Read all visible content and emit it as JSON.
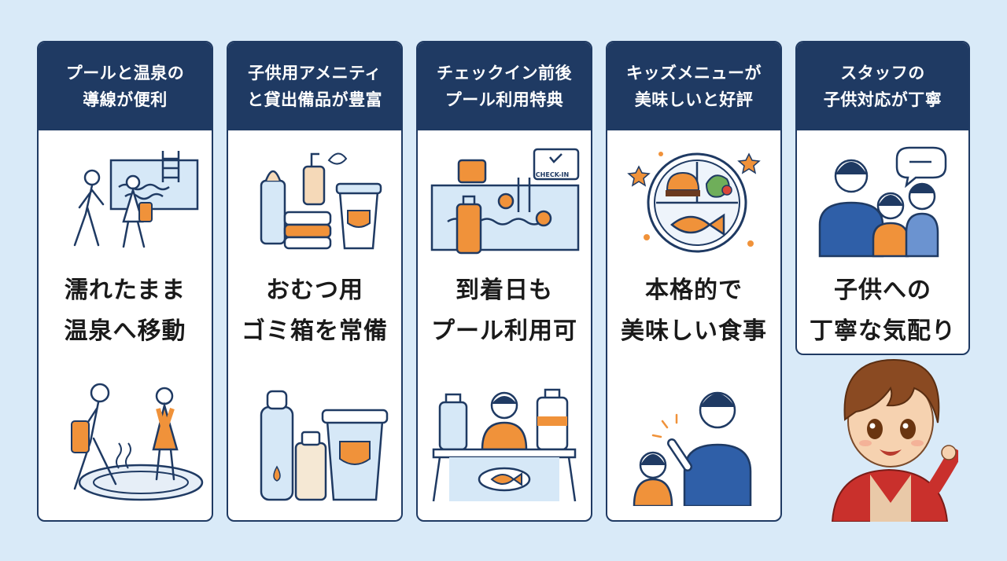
{
  "colors": {
    "background": "#d9eaf8",
    "header": "#1f3a63",
    "accent_orange": "#f0923a",
    "accent_blue": "#2f5fa8",
    "light_blue": "#d6e8f7"
  },
  "cards": [
    {
      "header_lines": [
        "プールと温泉の",
        "導線が便利"
      ],
      "body_lines": [
        "濡れたまま",
        "温泉へ移動"
      ],
      "icons": [
        "pool-walkers-icon",
        "hot-spring-walker-icon"
      ]
    },
    {
      "header_lines": [
        "子供用アメニティ",
        "と貸出備品が豊富"
      ],
      "body_lines": [
        "おむつ用",
        "ゴミ箱を常備"
      ],
      "icons": [
        "baby-amenities-icon",
        "diaper-bin-icon"
      ]
    },
    {
      "header_lines": [
        "チェックイン前後",
        "プール利用特典"
      ],
      "body_lines": [
        "到着日も",
        "プール利用可"
      ],
      "badge": "CHECK-IN",
      "icons": [
        "checkin-pool-icon",
        "front-desk-icon"
      ]
    },
    {
      "header_lines": [
        "キッズメニューが",
        "美味しいと好評"
      ],
      "body_lines": [
        "本格的で",
        "美味しい食事"
      ],
      "icons": [
        "kids-plate-icon",
        "staff-with-child-icon"
      ]
    },
    {
      "header_lines": [
        "スタッフの",
        "子供対応が丁寧"
      ],
      "body_lines": [
        "子供への",
        "丁寧な気配り"
      ],
      "icons": [
        "staff-family-icon"
      ]
    }
  ]
}
